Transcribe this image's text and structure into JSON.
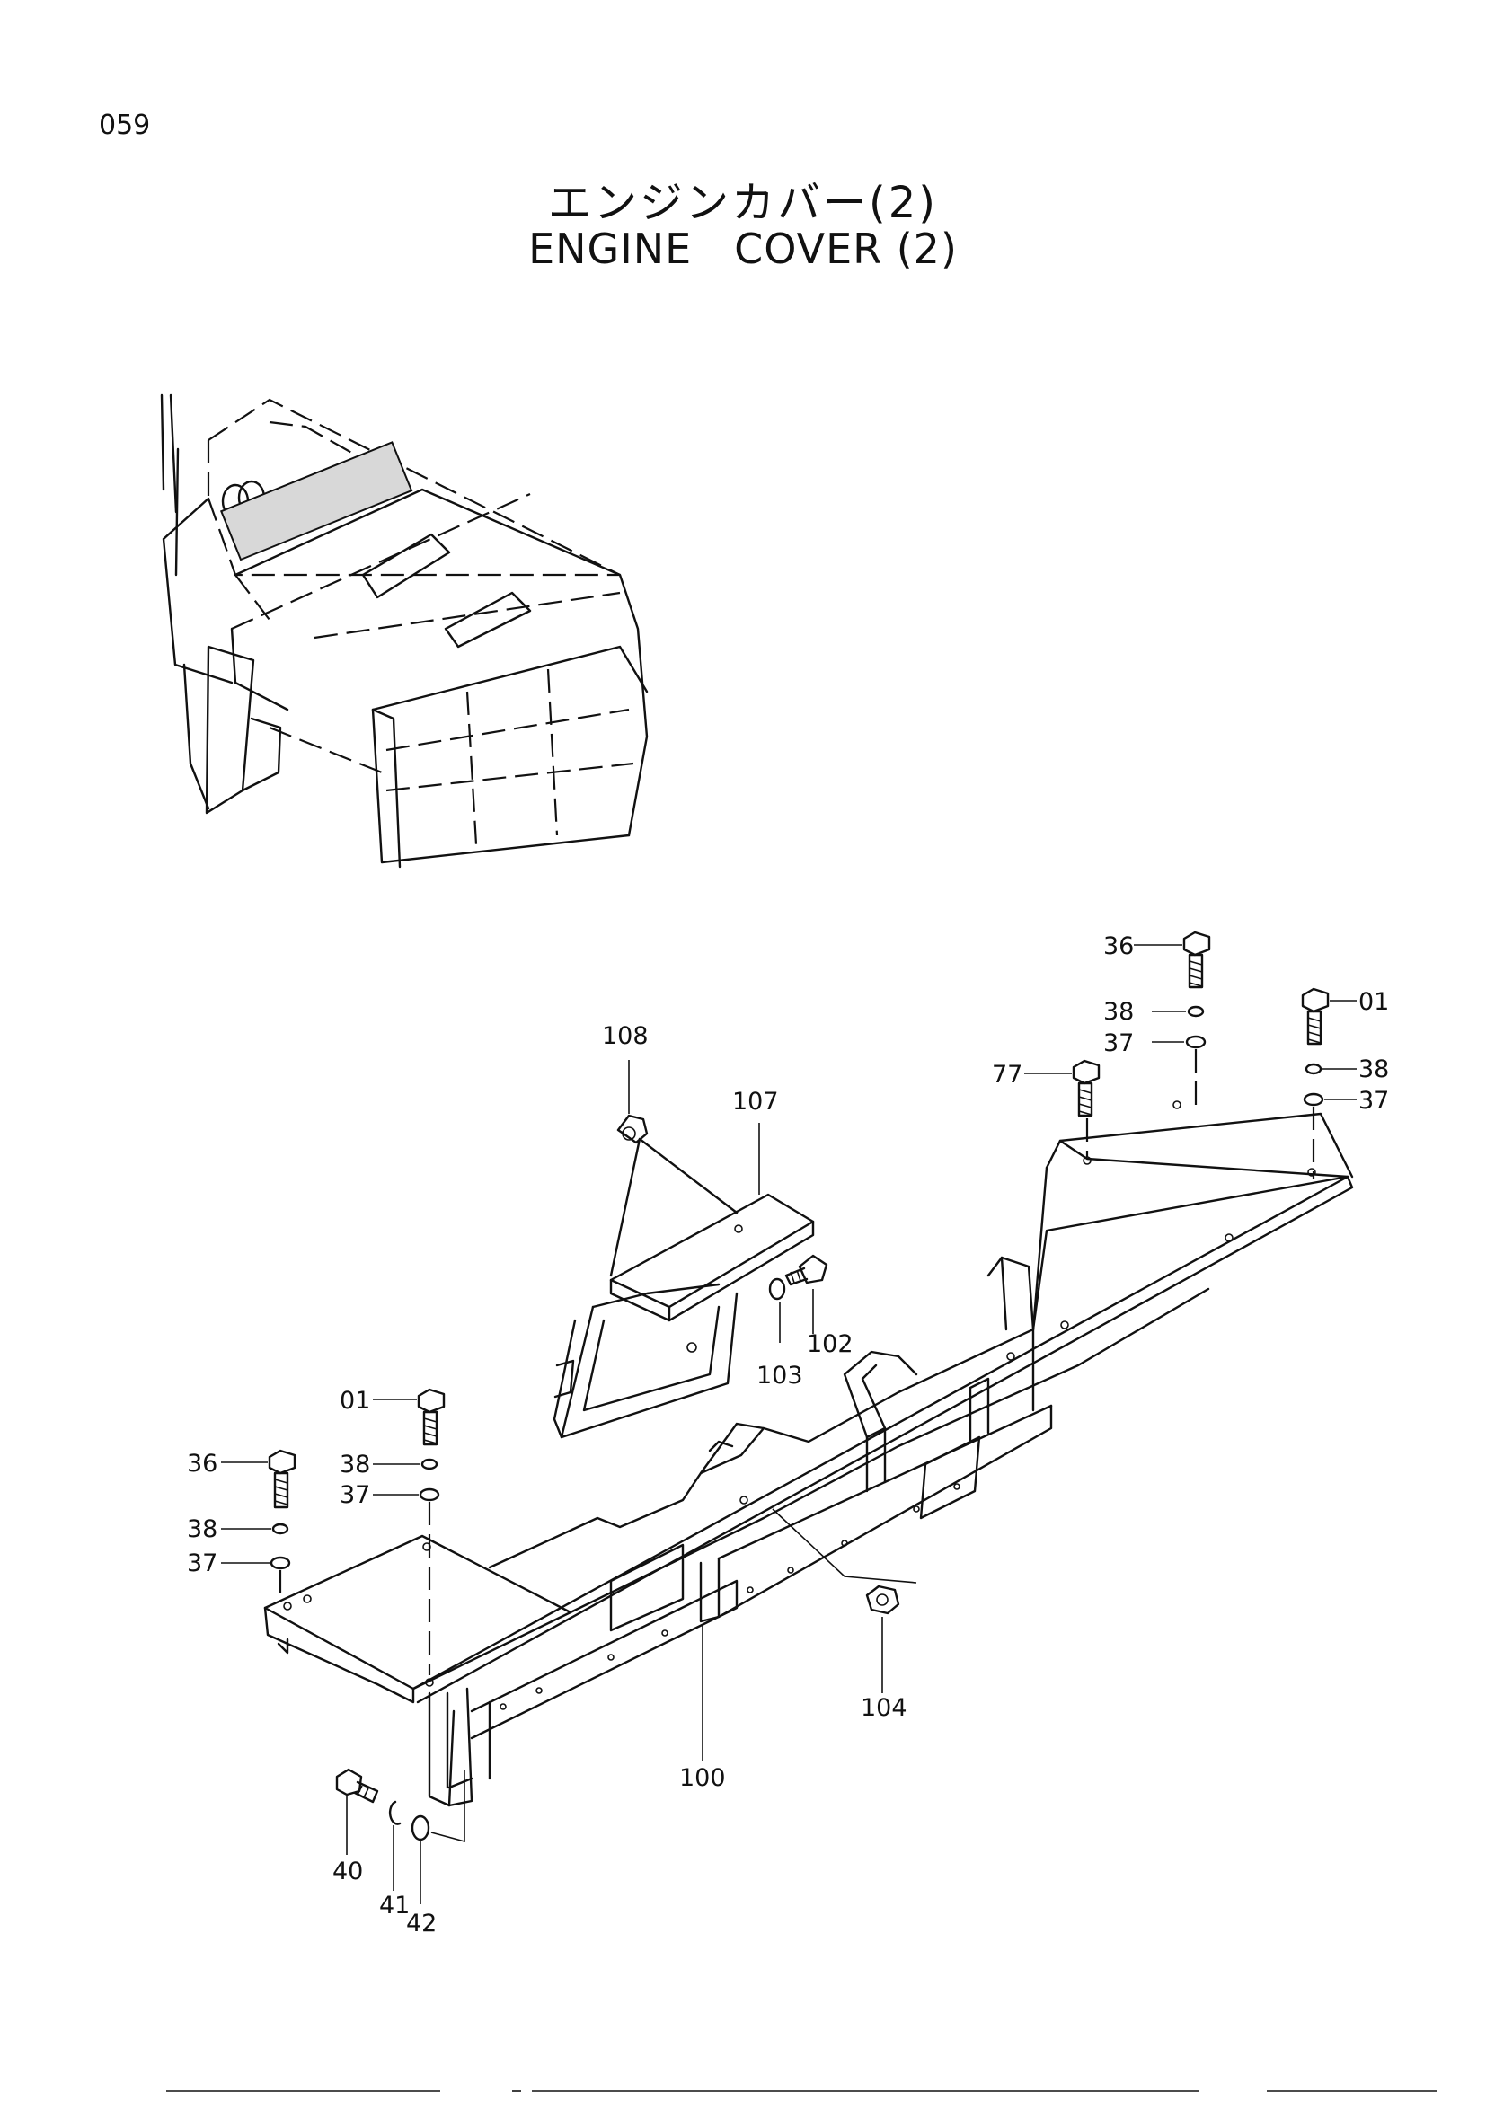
{
  "page_number": "059",
  "title_japanese": "エンジンカバー(2)",
  "title_english": "ENGINE   COVER (2)",
  "callouts": {
    "c36_top": "36",
    "c38_top": "38",
    "c37_top": "37",
    "c01_right": "01",
    "c38_right": "38",
    "c37_right": "37",
    "c77": "77",
    "c108": "108",
    "c107": "107",
    "c102": "102",
    "c103": "103",
    "c01_left": "01",
    "c36_left": "36",
    "c38_left_a": "38",
    "c37_left_a": "37",
    "c38_left_b": "38",
    "c37_left_b": "37",
    "c104": "104",
    "c100": "100",
    "c40": "40",
    "c41": "41",
    "c42": "42"
  }
}
